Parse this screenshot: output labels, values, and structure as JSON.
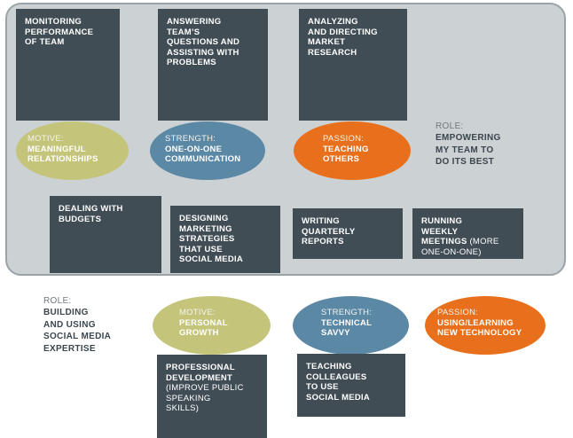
{
  "diagram": {
    "title": "Role / Motive / Strength / Passion comparison worksheet",
    "colors": {
      "panel_fill": "#ccd1d4",
      "panel_border": "#9aa3a8",
      "task_box": "#414d55",
      "motive_olive": "#c4c57a",
      "strength_blue": "#5b88a5",
      "passion_orange": "#e8701c",
      "role_text": "#3b464e",
      "kicker_text": "#6f7a80",
      "page_background": "#ffffff"
    }
  },
  "current_role": {
    "top_tasks": [
      {
        "id": "monitoring-performance",
        "lines": [
          "MONITORING",
          "PERFORMANCE",
          "OF TEAM"
        ]
      },
      {
        "id": "answering-questions",
        "lines": [
          "ANSWERING",
          "TEAM’S",
          "QUESTIONS AND",
          "ASSISTING WITH",
          "PROBLEMS"
        ]
      },
      {
        "id": "market-research",
        "lines": [
          "ANALYZING",
          "AND DIRECTING",
          "MARKET",
          "RESEARCH"
        ]
      }
    ],
    "attributes": [
      {
        "id": "motive",
        "kicker": "MOTIVE:",
        "lines": [
          "MEANINGFUL",
          "RELATIONSHIPS"
        ],
        "color": "#c4c57a"
      },
      {
        "id": "strength",
        "kicker": "STRENGTH:",
        "lines": [
          "ONE-ON-ONE",
          "COMMUNICATION"
        ],
        "color": "#5b88a5"
      },
      {
        "id": "passion",
        "kicker": "PASSION:",
        "lines": [
          "TEACHING",
          "OTHERS"
        ],
        "color": "#e8701c"
      }
    ],
    "role": {
      "kicker": "ROLE:",
      "lines": [
        "EMPOWERING",
        "MY TEAM TO",
        "DO ITS BEST"
      ]
    },
    "bottom_tasks": [
      {
        "id": "dealing-budgets",
        "lines": [
          "DEALING WITH",
          "BUDGETS"
        ]
      },
      {
        "id": "designing-marketing",
        "lines": [
          "DESIGNING",
          "MARKETING",
          "STRATEGIES",
          "THAT USE",
          "SOCIAL MEDIA"
        ]
      },
      {
        "id": "writing-reports",
        "lines": [
          "WRITING",
          "QUARTERLY",
          "REPORTS"
        ]
      },
      {
        "id": "running-meetings",
        "bold": "RUNNING\nWEEKLY\nMEETINGS",
        "light": " (MORE ONE-ON-ONE)"
      }
    ]
  },
  "target_role": {
    "role": {
      "kicker": "ROLE:",
      "lines": [
        "BUILDING",
        "AND USING",
        "SOCIAL MEDIA",
        "EXPERTISE"
      ]
    },
    "attributes": [
      {
        "id": "motive",
        "kicker": "MOTIVE:",
        "lines": [
          "PERSONAL",
          "GROWTH"
        ],
        "color": "#c4c57a"
      },
      {
        "id": "strength",
        "kicker": "STRENGTH:",
        "lines": [
          "TECHNICAL",
          "SAVVY"
        ],
        "color": "#5b88a5"
      },
      {
        "id": "passion",
        "kicker": "PASSION:",
        "lines": [
          "USING/LEARNING",
          "NEW TECHNOLOGY"
        ],
        "color": "#e8701c"
      }
    ],
    "tasks": [
      {
        "id": "professional-development",
        "bold": "PROFESSIONAL\nDEVELOPMENT",
        "light": "(IMPROVE PUBLIC SPEAKING SKILLS)"
      },
      {
        "id": "teaching-colleagues",
        "lines": [
          "TEACHING",
          "COLLEAGUES",
          "TO USE",
          "SOCIAL MEDIA"
        ]
      }
    ]
  },
  "text": {
    "t_monitoring_1": "MONITORING",
    "t_monitoring_2": "PERFORMANCE",
    "t_monitoring_3": "OF TEAM",
    "t_answering_1": "ANSWERING",
    "t_answering_2": "TEAM’S",
    "t_answering_3": "QUESTIONS AND",
    "t_answering_4": "ASSISTING WITH",
    "t_answering_5": "PROBLEMS",
    "t_research_1": "ANALYZING",
    "t_research_2": "AND DIRECTING",
    "t_research_3": "MARKET",
    "t_research_4": "RESEARCH",
    "e1_kicker": "MOTIVE:",
    "e1_l1": "MEANINGFUL",
    "e1_l2": "RELATIONSHIPS",
    "e2_kicker": "STRENGTH:",
    "e2_l1": "ONE-ON-ONE",
    "e2_l2": "COMMUNICATION",
    "e3_kicker": "PASSION:",
    "e3_l1": "TEACHING",
    "e3_l2": "OTHERS",
    "r1_kicker": "ROLE:",
    "r1_l1": "EMPOWERING",
    "r1_l2": "MY TEAM TO",
    "r1_l3": "DO ITS BEST",
    "t_budgets_1": "DEALING WITH",
    "t_budgets_2": "BUDGETS",
    "t_designing_1": "DESIGNING",
    "t_designing_2": "MARKETING",
    "t_designing_3": "STRATEGIES",
    "t_designing_4": "THAT USE",
    "t_designing_5": "SOCIAL MEDIA",
    "t_writing_1": "WRITING",
    "t_writing_2": "QUARTERLY",
    "t_writing_3": "REPORTS",
    "t_running_1": "RUNNING",
    "t_running_2": "WEEKLY",
    "t_running_3": "MEETINGS",
    "t_running_light": " (MORE",
    "t_running_light2": "ONE-ON-ONE)",
    "r2_kicker": "ROLE:",
    "r2_l1": "BUILDING",
    "r2_l2": "AND USING",
    "r2_l3": "SOCIAL MEDIA",
    "r2_l4": "EXPERTISE",
    "e4_kicker": "MOTIVE:",
    "e4_l1": "PERSONAL",
    "e4_l2": "GROWTH",
    "e5_kicker": "STRENGTH:",
    "e5_l1": "TECHNICAL",
    "e5_l2": "SAVVY",
    "e6_kicker": "PASSION:",
    "e6_l1": "USING/LEARNING",
    "e6_l2": "NEW TECHNOLOGY",
    "t_profdev_1": "PROFESSIONAL",
    "t_profdev_2": "DEVELOPMENT",
    "t_profdev_l1": "(IMPROVE PUBLIC",
    "t_profdev_l2": "SPEAKING",
    "t_profdev_l3": "SKILLS)",
    "t_teaching_1": "TEACHING",
    "t_teaching_2": "COLLEAGUES",
    "t_teaching_3": "TO USE",
    "t_teaching_4": "SOCIAL MEDIA"
  }
}
